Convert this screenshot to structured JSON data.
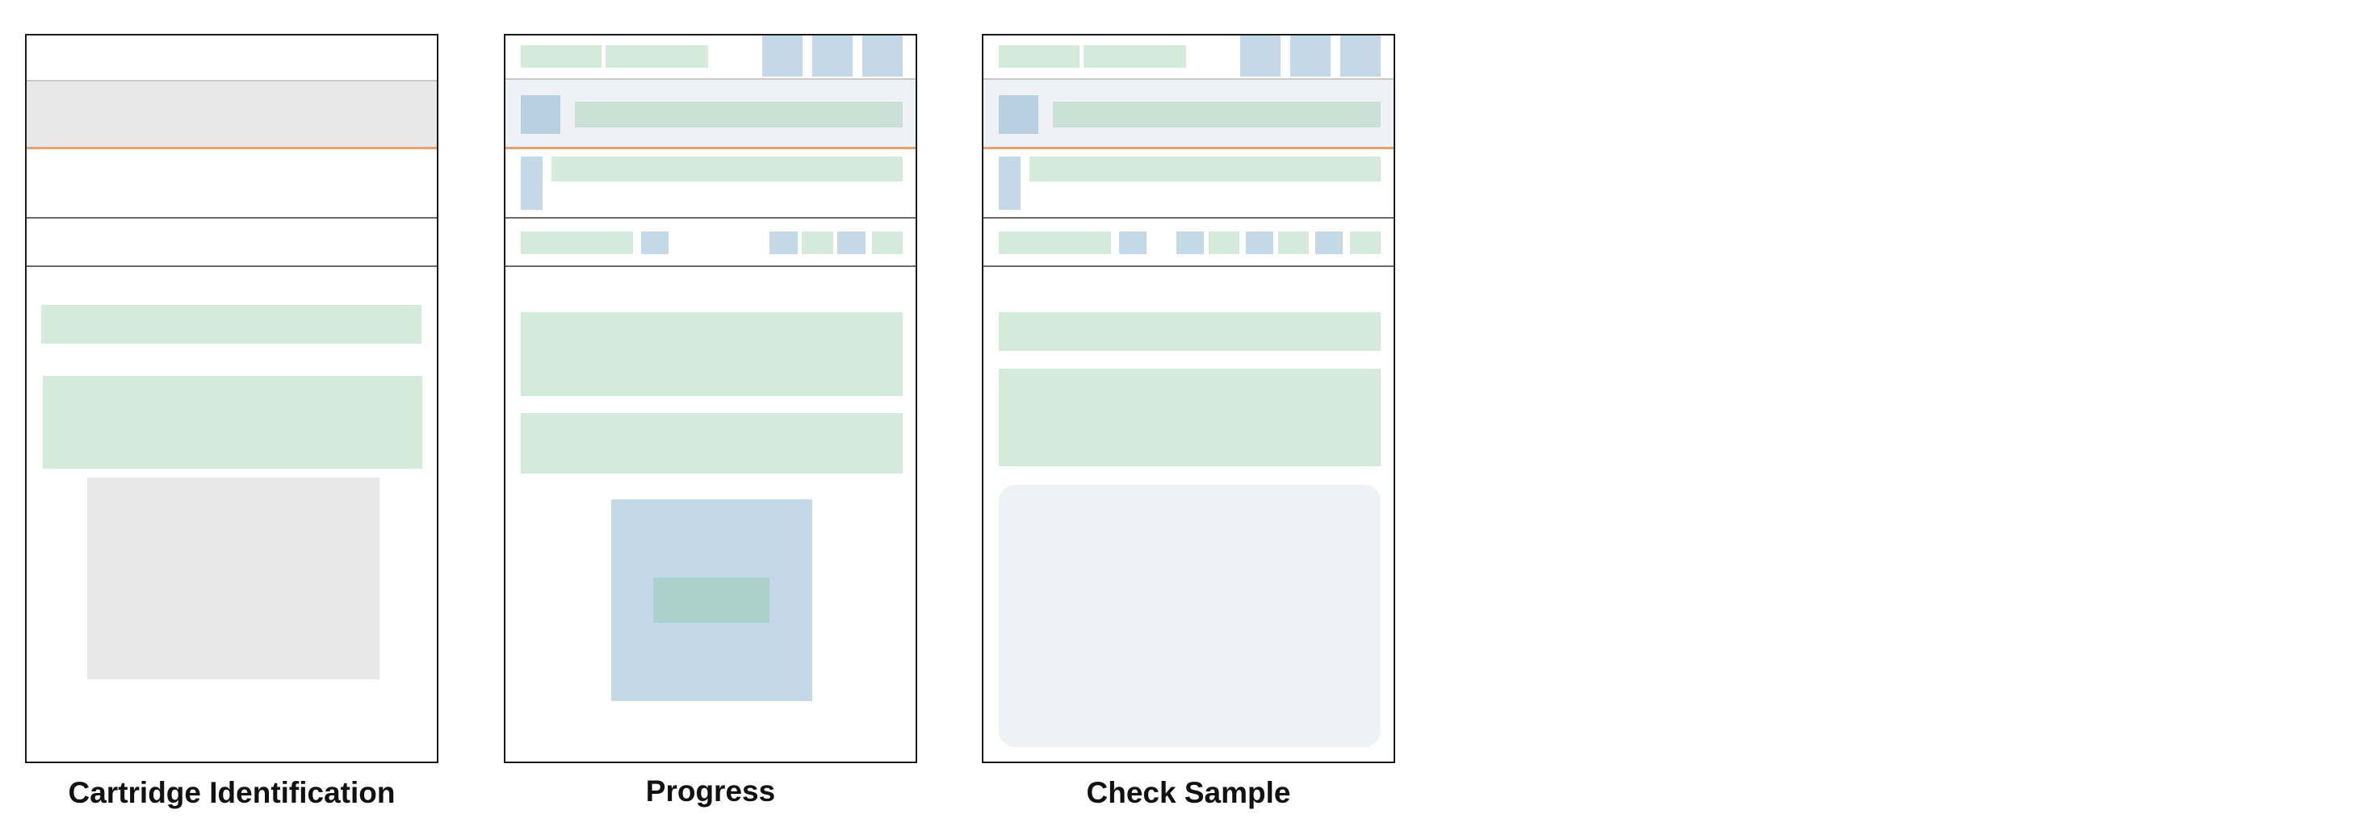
{
  "colors": {
    "placeholder_green": "#d4eadb",
    "placeholder_blue": "#c4d9e7",
    "placeholder_gray": "#e8e8e8",
    "header_tint": "#eef2f7",
    "accent_orange": "#e3a26e",
    "selected_teal": "#acd0cc"
  },
  "wireframes": [
    {
      "caption": "Cartridge Identification"
    },
    {
      "caption": "Progress"
    },
    {
      "caption": "Check Sample"
    }
  ]
}
